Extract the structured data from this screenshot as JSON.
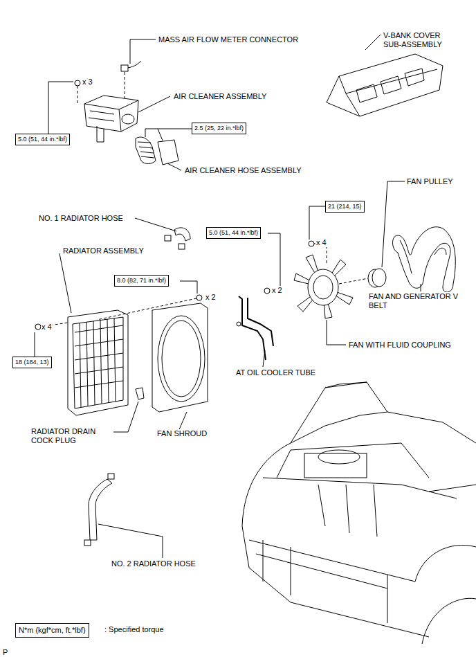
{
  "diagram": {
    "nodes": [
      {
        "text": [
          "5.0 (51, 44 in.*lbf)"
        ]
      },
      {
        "text": [
          "2.5 (25, 22 in.*lbf)"
        ]
      },
      {
        "text": [
          "21 (214, 15)"
        ]
      },
      {
        "text": [
          "5.0 (51, 44 in.*lbf)"
        ]
      },
      {
        "text": [
          "8.0 (82, 71 in.*lbf)"
        ]
      },
      {
        "text": [
          "18 (184, 13)"
        ]
      },
      {
        "text": [
          "N*m (kgf*cm, ft.*lbf)"
        ]
      }
    ],
    "labels": [
      "MASS AIR FLOW METER CONNECTOR",
      "V-BANK COVER SUB-ASSEMBLY",
      "x 3",
      "AIR CLEANER ASSEMBLY",
      "AIR CLEANER HOSE ASSEMBLY",
      "FAN PULLEY",
      "NO. 1 RADIATOR HOSE",
      "x 4",
      "RADIATOR ASSEMBLY",
      "x 2",
      "x 2",
      "x 4",
      "FAN AND GENERATOR V BELT",
      "FAN WITH FLUID COUPLING",
      "AT OIL COOLER TUBE",
      "RADIATOR DRAIN COCK PLUG",
      "FAN SHROUD",
      "NO. 2 RADIATOR HOSE",
      ": Specified torque",
      "P"
    ]
  }
}
